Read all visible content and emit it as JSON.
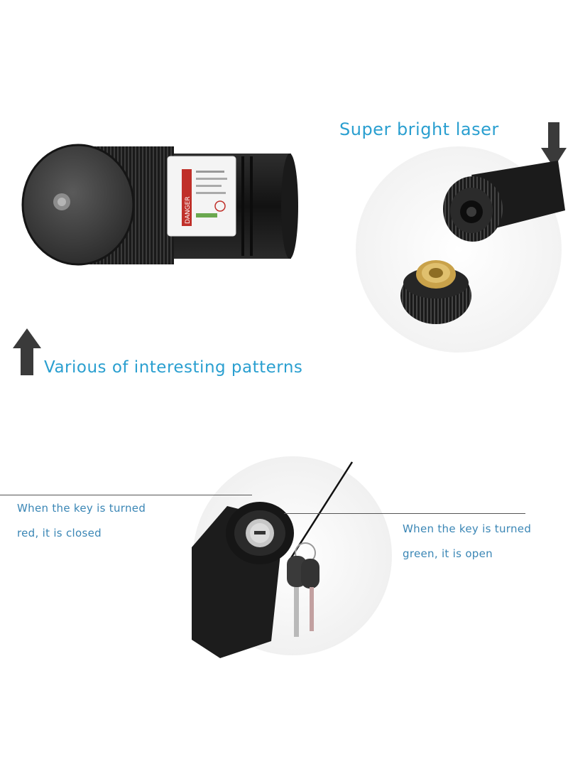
{
  "captions": {
    "super_bright": "Super bright laser",
    "patterns": "Various of interesting patterns",
    "key_red_line1": "When the key is turned",
    "key_red_line2": "red, it is closed",
    "key_green_line1": "When the key is turned",
    "key_green_line2": "green, it is open"
  },
  "label_text": {
    "danger": "DANGER"
  },
  "colors": {
    "caption_blue": "#2a9fd0",
    "caption_small": "#3a86b5",
    "arrow": "#3a3a3a",
    "body_black": "#1c1c1c",
    "brass": "#c9a24a"
  },
  "icons": {
    "down_arrow": "arrow-down-icon",
    "up_arrow": "arrow-up-icon"
  }
}
